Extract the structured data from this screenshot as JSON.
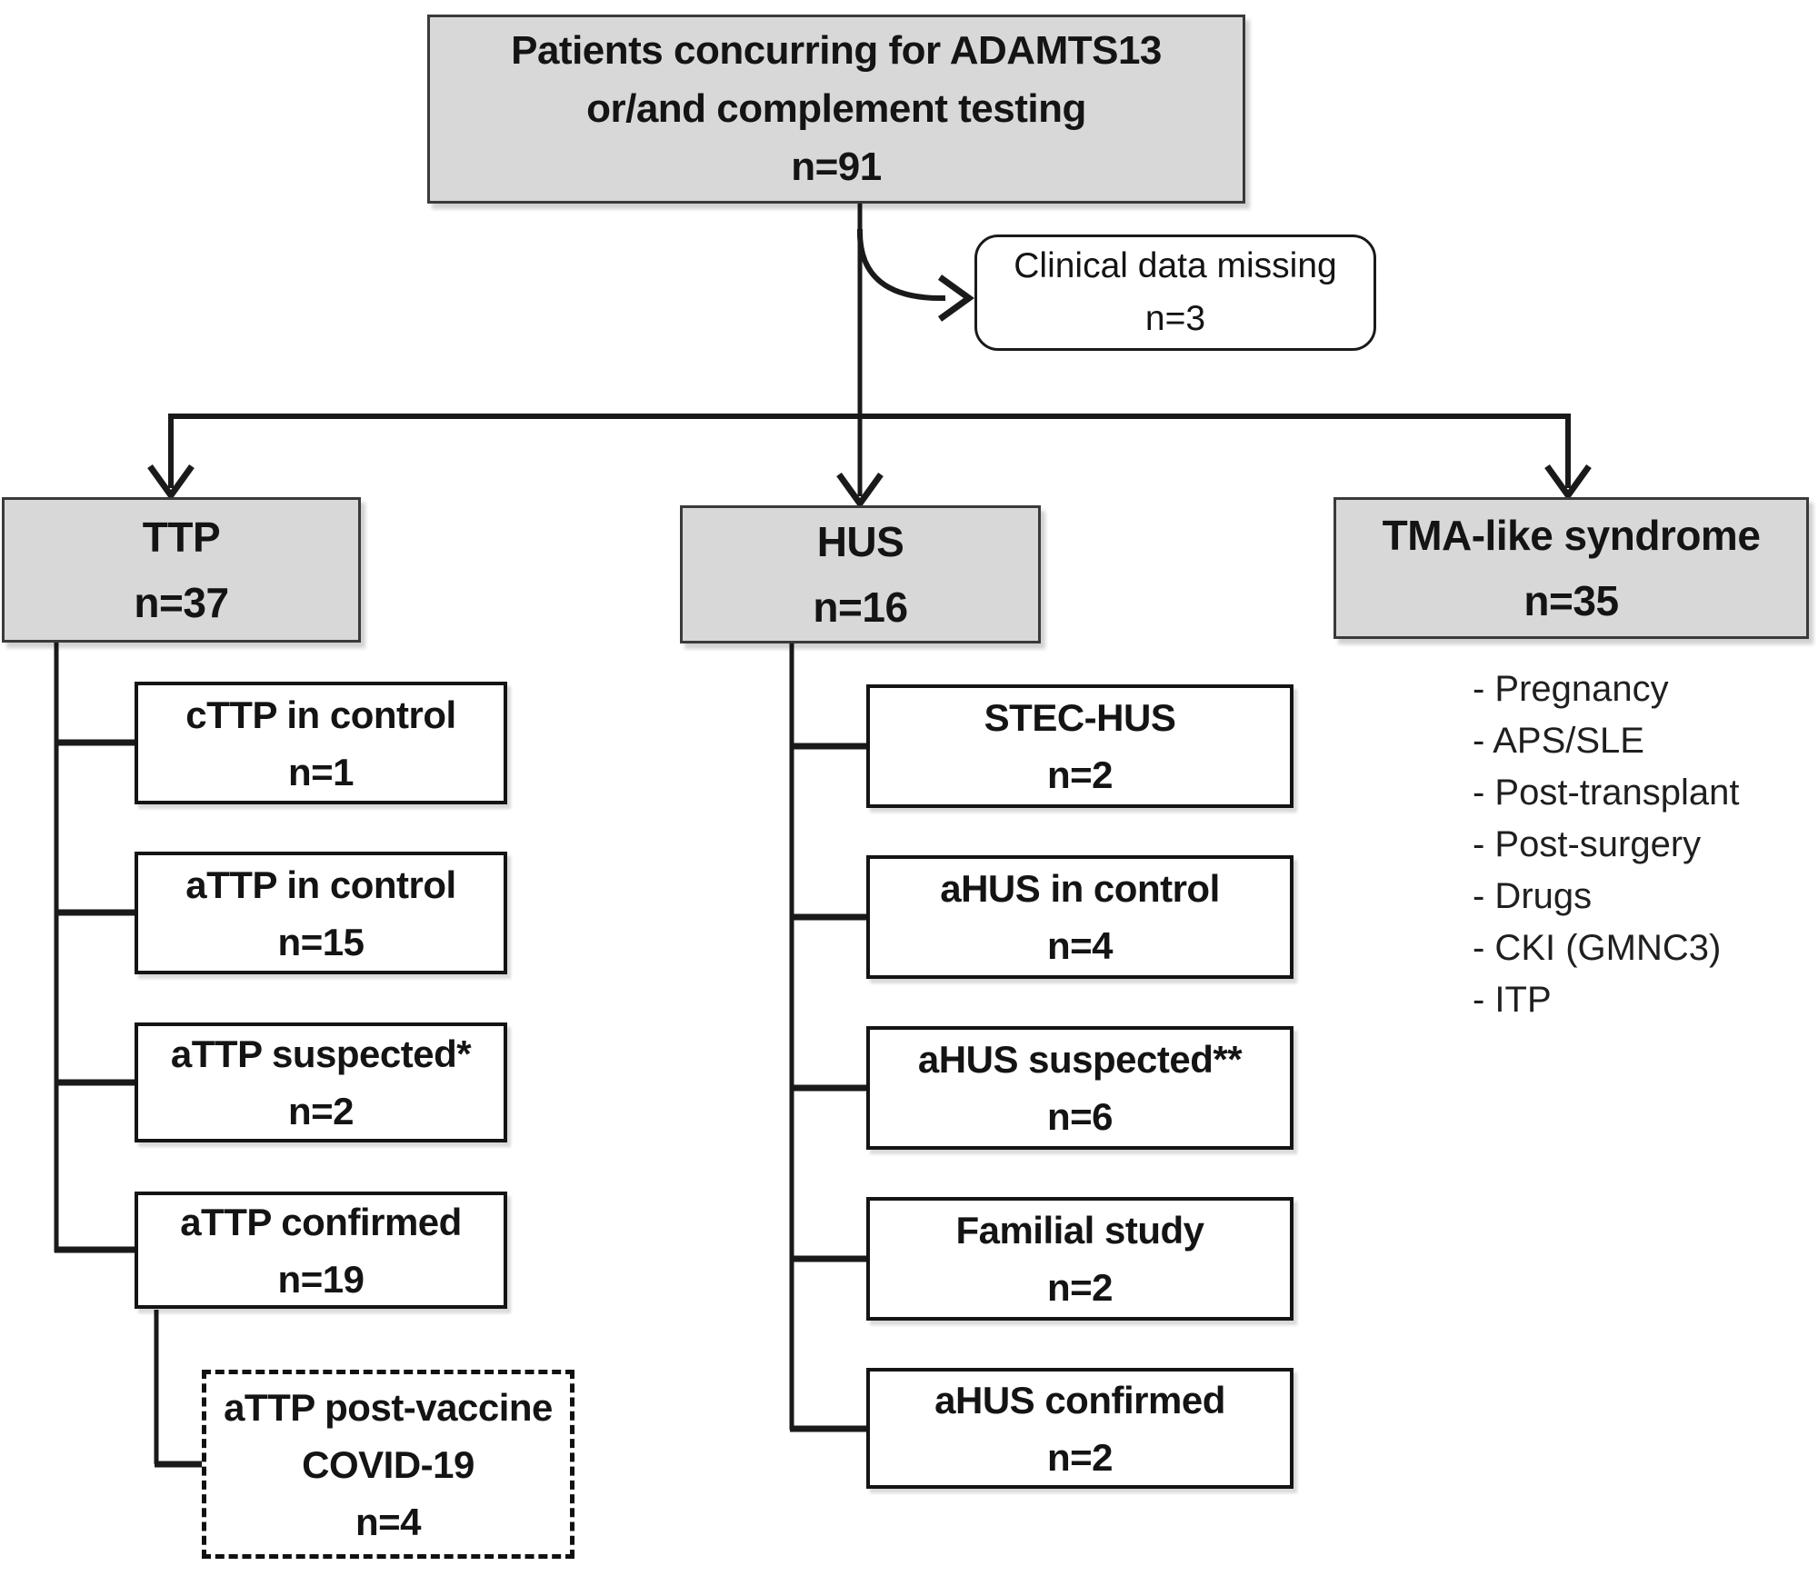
{
  "colors": {
    "box_fill": "#d8d8d8",
    "box_border": "#3a3a3a",
    "line_color": "#1a1a1a"
  },
  "root_box": {
    "label_line1": "Patients concurring for ADAMTS13",
    "label_line2": "or/and complement testing",
    "count": "n=91"
  },
  "exclusion_box": {
    "label": "Clinical data missing",
    "count": "n=3"
  },
  "branches": {
    "ttp": {
      "header": {
        "label": "TTP",
        "count": "n=37"
      },
      "children": [
        {
          "label": "cTTP in control",
          "count": "n=1"
        },
        {
          "label": "aTTP in control",
          "count": "n=15"
        },
        {
          "label": "aTTP suspected*",
          "count": "n=2"
        },
        {
          "label": "aTTP confirmed",
          "count": "n=19"
        }
      ],
      "dashed_child": {
        "label_line1": "aTTP post-vaccine",
        "label_line2": "COVID-19",
        "count": "n=4"
      }
    },
    "hus": {
      "header": {
        "label": "HUS",
        "count": "n=16"
      },
      "children": [
        {
          "label": "STEC-HUS",
          "count": "n=2"
        },
        {
          "label": "aHUS in control",
          "count": "n=4"
        },
        {
          "label": "aHUS suspected**",
          "count": "n=6"
        },
        {
          "label": "Familial study",
          "count": "n=2"
        },
        {
          "label": "aHUS confirmed",
          "count": "n=2"
        }
      ]
    },
    "tma": {
      "header": {
        "label": "TMA-like syndrome",
        "count": "n=35"
      },
      "list": [
        "- Pregnancy",
        "- APS/SLE",
        "- Post-transplant",
        "- Post-surgery",
        "- Drugs",
        "- CKI (GMNC3)",
        "- ITP"
      ]
    }
  }
}
